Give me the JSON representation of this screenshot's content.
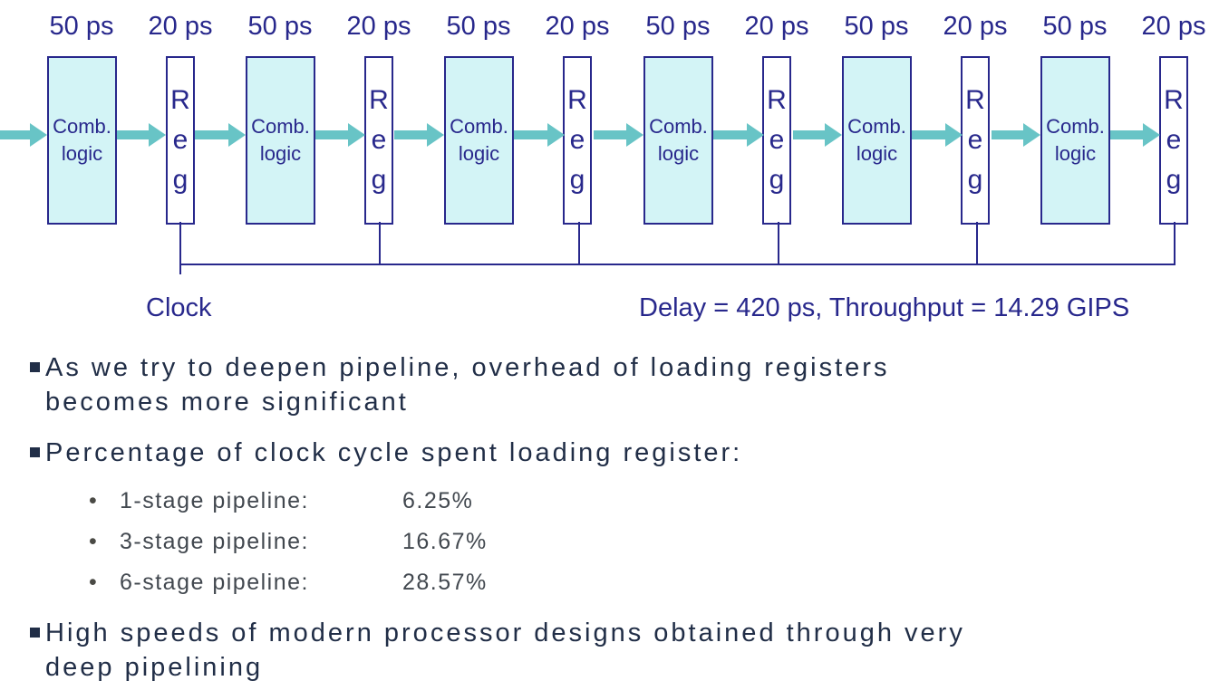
{
  "diagram": {
    "comb_delay_label": "50 ps",
    "reg_delay_label": "20 ps",
    "comb_label_line1": "Comb.",
    "comb_label_line2": "logic",
    "reg_label": "Reg",
    "clock_label": "Clock",
    "metrics_label": "Delay = 420 ps, Throughput = 14.29 GIPS",
    "stage_count": 6,
    "colors": {
      "navy": "#28288C",
      "arrow_teal": "#68C4C6",
      "comb_fill": "#D3F4F6",
      "reg_fill": "#FFFFFF",
      "body_text": "#212E47",
      "sub_text": "#42484F"
    }
  },
  "bullets": {
    "sub_marker": "•",
    "items": [
      {
        "lines": [
          "As we try to deepen pipeline, overhead of loading registers",
          "becomes more significant"
        ]
      },
      {
        "lines": [
          "Percentage of clock cycle spent loading register:"
        ],
        "subitems": [
          {
            "label": "1-stage pipeline:",
            "value": "6.25%"
          },
          {
            "label": "3-stage pipeline:",
            "value": "16.67%"
          },
          {
            "label": "6-stage pipeline:",
            "value": "28.57%"
          }
        ]
      },
      {
        "lines": [
          "High speeds of modern processor designs obtained through very",
          "deep pipelining"
        ]
      }
    ]
  }
}
